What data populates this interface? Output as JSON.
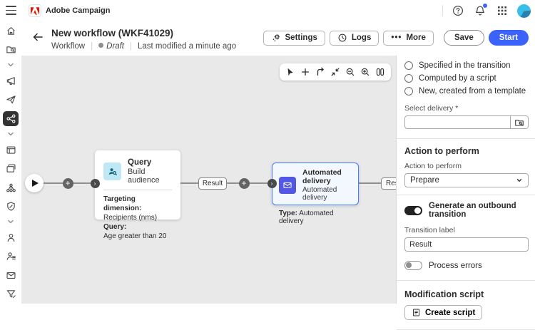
{
  "topbar": {
    "app_name": "Adobe Campaign"
  },
  "header": {
    "title": "New workflow (WKF41029)",
    "breadcrumb_type": "Workflow",
    "status": "Draft",
    "last_modified": "Last modified a minute ago",
    "settings_label": "Settings",
    "logs_label": "Logs",
    "more_label": "More",
    "more_dots": "•••",
    "save_label": "Save",
    "start_label": "Start"
  },
  "canvas": {
    "nodes": {
      "query": {
        "title": "Query",
        "subtitle": "Build audience",
        "field1_label": "Targeting dimension:",
        "field1_value": "Recipients (nms)",
        "field2_label": "Query:",
        "field2_value": "Age greater than 20"
      },
      "delivery": {
        "title": "Automated delivery",
        "subtitle": "Automated delivery",
        "type_label": "Type:",
        "type_value": "Automated delivery"
      }
    },
    "transitions": {
      "first": "Result",
      "second": "Result"
    },
    "plus_glyph": "+",
    "chevron_glyph": "›"
  },
  "panel": {
    "radios": [
      {
        "label": "Specified in the transition"
      },
      {
        "label": "Computed by a script"
      },
      {
        "label": "New, created from a template"
      }
    ],
    "select_delivery_label": "Select delivery",
    "required_marker": "*",
    "action_heading": "Action to perform",
    "action_label": "Action to perform",
    "action_value": "Prepare",
    "outbound_label": "Generate an outbound transition",
    "transition_label": "Transition label",
    "transition_value": "Result",
    "process_errors_label": "Process errors",
    "modification_heading": "Modification script",
    "create_script_label": "Create script"
  },
  "colors": {
    "accent": "#3b63fb",
    "canvas_bg": "#e9e9e9",
    "selected_node_border": "#477ef7",
    "query_icon_bg": "#bfe8f4",
    "query_icon_fg": "#13677f",
    "delivery_icon_bg": "#5258e4"
  }
}
